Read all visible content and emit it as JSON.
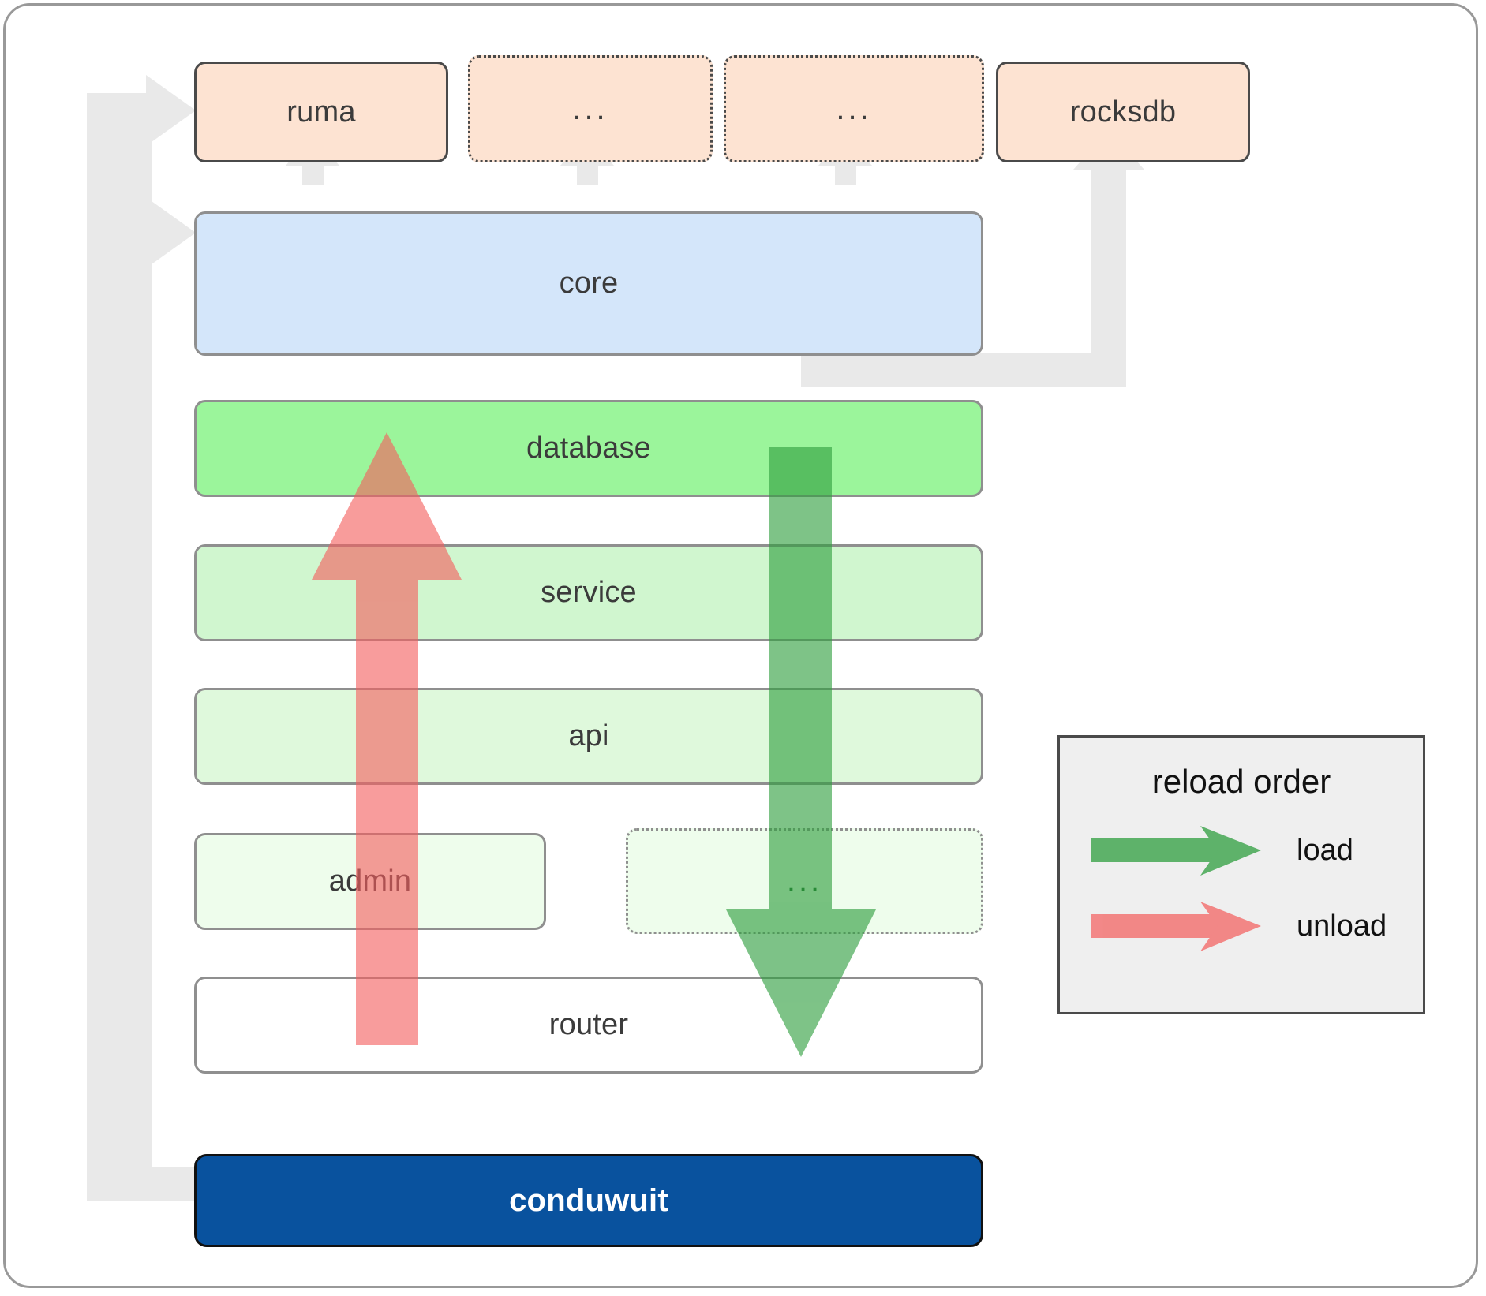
{
  "diagram": {
    "title": "conduwuit crate / reload order architecture",
    "colors": {
      "peach": "#fde3d2",
      "blue": "#d4e6fa",
      "green_database": "#9bf59b",
      "green_service": "#d0f6cf",
      "green_api": "#dff9dc",
      "green_admin": "#eefdec",
      "navy": "#09529e",
      "connector_grey": "#e8e8e8",
      "load_green": "#4caf50",
      "unload_red": "#f98a8a",
      "legend_bg": "#efefef",
      "border_dark": "#4a4a4a",
      "border_grey": "#8f8f8f"
    },
    "dependency_row": [
      {
        "id": "ruma",
        "label": "ruma",
        "style": "solid-dark"
      },
      {
        "id": "dots-1",
        "label": "...",
        "style": "dotted-dark"
      },
      {
        "id": "dots-2",
        "label": "...",
        "style": "dotted-dark"
      },
      {
        "id": "rocksdb",
        "label": "rocksdb",
        "style": "solid-dark"
      }
    ],
    "stack": [
      {
        "id": "core",
        "label": "core",
        "style": "solid-grey"
      },
      {
        "id": "database",
        "label": "database",
        "style": "solid-grey"
      },
      {
        "id": "service",
        "label": "service",
        "style": "solid-grey"
      },
      {
        "id": "api",
        "label": "api",
        "style": "solid-grey"
      },
      {
        "id": "admin",
        "label": "admin",
        "style": "solid-grey"
      },
      {
        "id": "dots-3",
        "label": "...",
        "style": "dotted-grey"
      },
      {
        "id": "router",
        "label": "router",
        "style": "solid-grey"
      }
    ],
    "binary": {
      "id": "conduwuit",
      "label": "conduwuit"
    },
    "legend": {
      "title": "reload order",
      "entries": [
        {
          "id": "load",
          "label": "load",
          "color": "#4caf50"
        },
        {
          "id": "unload",
          "label": "unload",
          "color": "#f98a8a"
        }
      ]
    },
    "flows": {
      "load_direction": "downward",
      "unload_direction": "upward"
    }
  }
}
